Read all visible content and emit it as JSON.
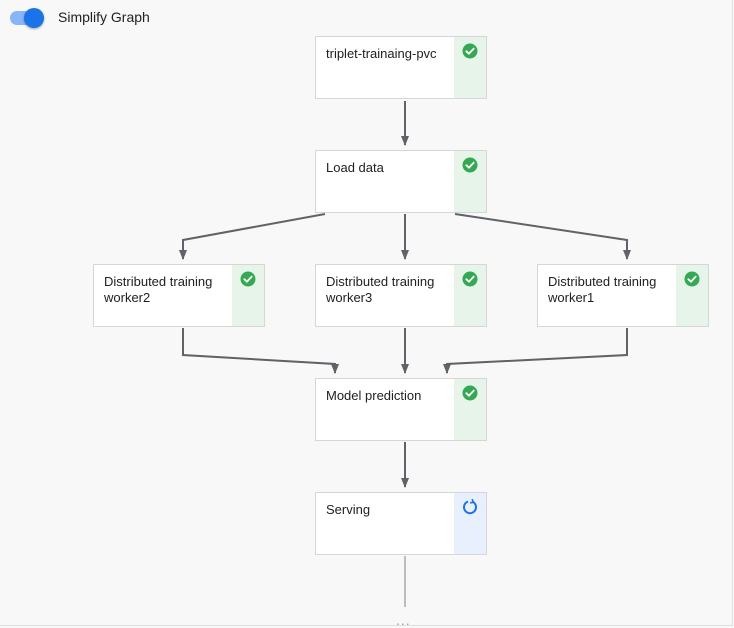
{
  "toolbar": {
    "simplify_graph_label": "Simplify Graph",
    "simplify_graph_on": true
  },
  "nodes": {
    "pvc": {
      "label": "triplet-trainaing-pvc",
      "status": "succeeded"
    },
    "load": {
      "label": "Load data",
      "status": "succeeded"
    },
    "worker2": {
      "label": "Distributed training worker2",
      "status": "succeeded"
    },
    "worker3": {
      "label": "Distributed training worker3",
      "status": "succeeded"
    },
    "worker1": {
      "label": "Distributed training worker1",
      "status": "succeeded"
    },
    "predict": {
      "label": "Model prediction",
      "status": "succeeded"
    },
    "serving": {
      "label": "Serving",
      "status": "running"
    }
  },
  "more_indicator": "...",
  "colors": {
    "success": "#34a853",
    "running": "#1a73e8",
    "edge": "#5f6368"
  }
}
